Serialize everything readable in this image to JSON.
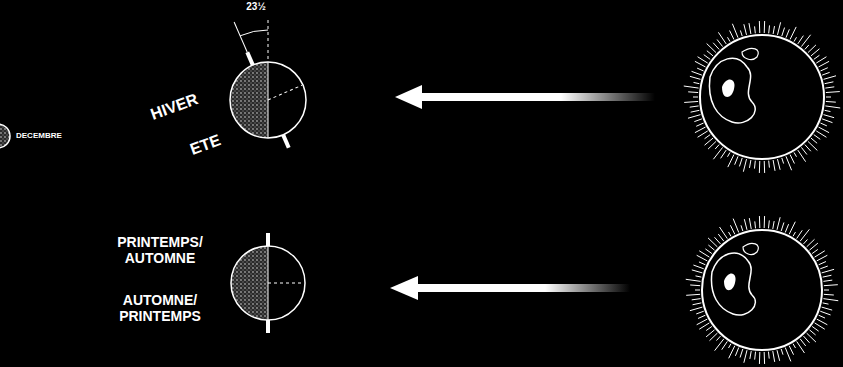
{
  "diagram": {
    "labels": [
      "23½",
      "DECEMBRE",
      "HIVER",
      "ETE",
      "PRINTEMPS/ AUTOMNE",
      "AUTOMNE/ PRINTEMPS"
    ]
  }
}
